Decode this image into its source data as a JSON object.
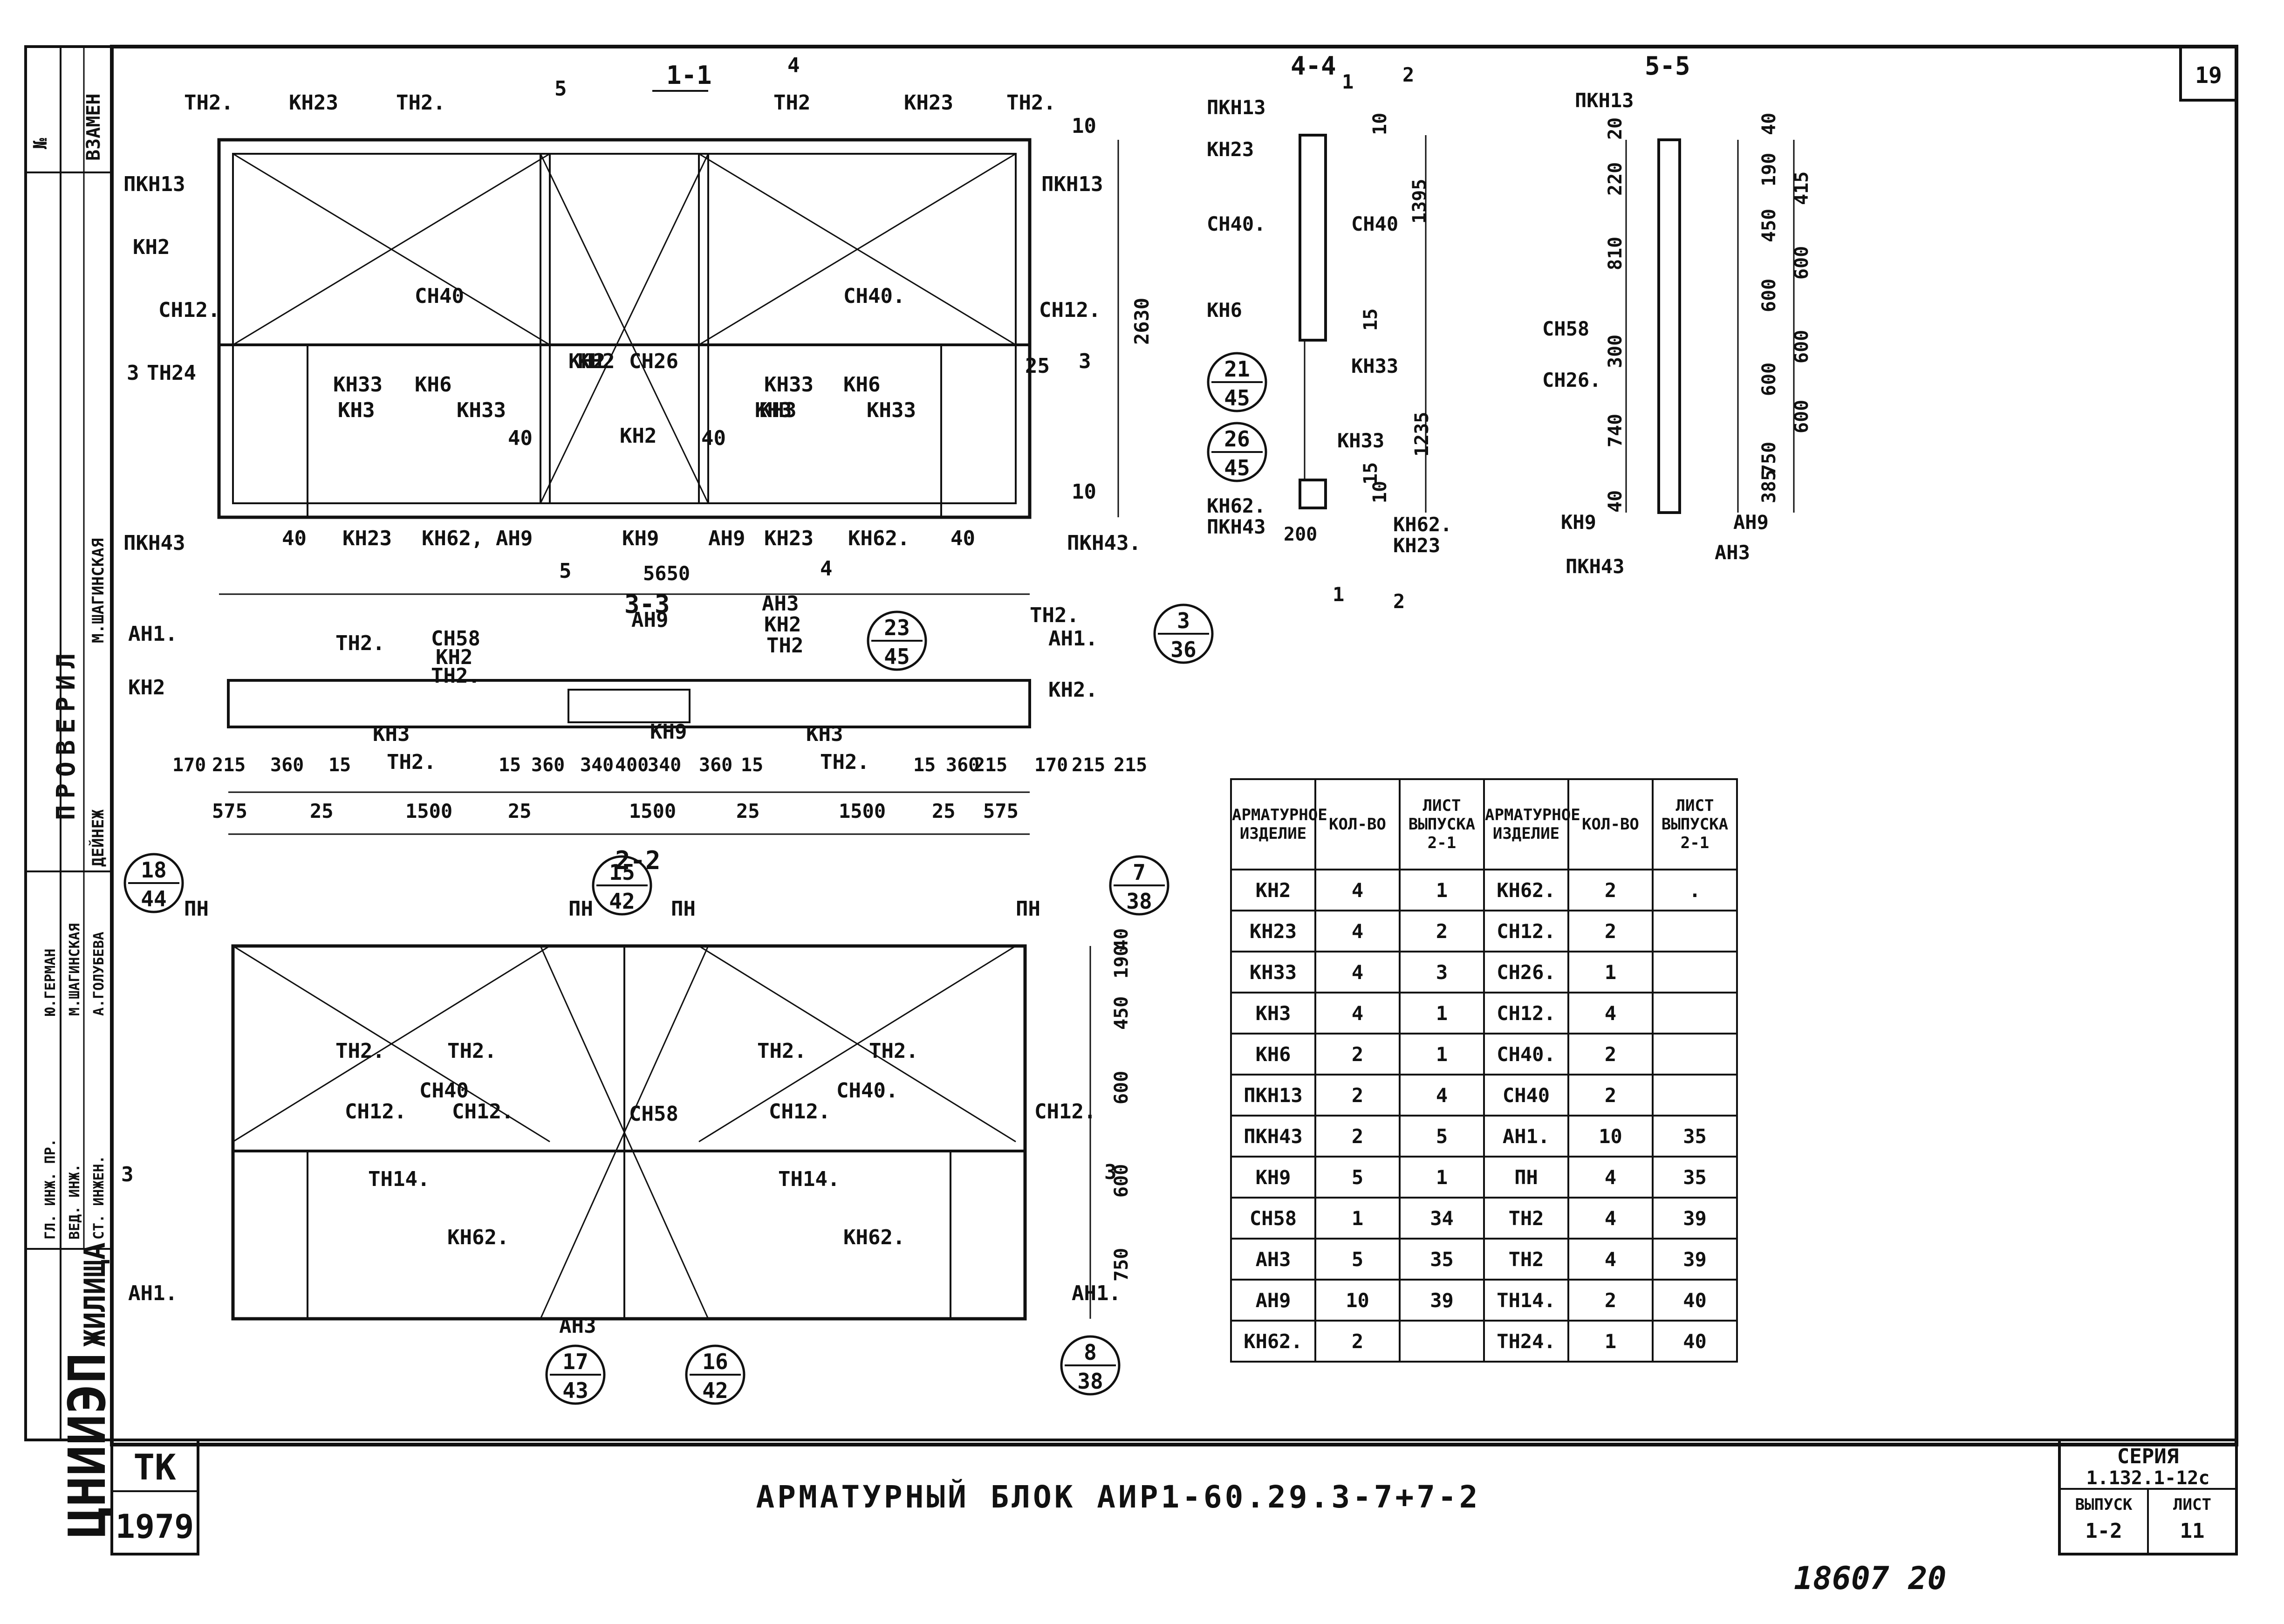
{
  "sheet": {
    "sheet_number": "19",
    "title": "АРМАТУРНЫЙ БЛОК АИР1-60.29.3-7+7-2",
    "org": "ЦНИИЭП",
    "org_sub": "ЖИЛИЩА",
    "tk": "ТК",
    "year": "1979",
    "series_label": "СЕРИЯ",
    "series_value": "1.132.1-12с",
    "issue_label": "ВЫПУСК",
    "issue_value": "1-2",
    "list_label": "ЛИСТ",
    "list_value": "11",
    "archive_number": "18607 20",
    "inv_label": "ВЗАМЕН",
    "inv_no": "№",
    "checked_label": "ПРОВЕРИЛ",
    "roles": [
      "ГЛ. ИНЖ. ПР.",
      "ВЕД. ИНЖ.",
      "СТ. ИНЖЕН."
    ],
    "names": [
      "Ю.ГЕРМАН",
      "М.ШАГИНСКАЯ",
      "А.ГОЛУБЕВА"
    ],
    "checkers": [
      "М.ШАГИНСКАЯ",
      "ДЕЙНЕЖ"
    ]
  },
  "sections": {
    "s11": {
      "title": "1-1"
    },
    "s22": {
      "title": "2-2"
    },
    "s33": {
      "title": "3-3"
    },
    "s44": {
      "title": "4-4"
    },
    "s55": {
      "title": "5-5"
    }
  },
  "section_1_1": {
    "labels": [
      "ТН2.",
      "КН23",
      "ТН2.",
      "5",
      "4",
      "ТН2",
      "КН23",
      "ТН2.",
      "ПКН13",
      "ПКН13",
      "КН2",
      "КН2",
      "СН40",
      "СН40.",
      "СН12.",
      "СН12.",
      "3",
      "ТН24",
      "КН33",
      "КН6",
      "КН3",
      "КН33",
      "КН2",
      "СН26",
      "КН33",
      "КН6",
      "КН3",
      "КН33",
      "КН3",
      "КН3",
      "КН2",
      "40",
      "40",
      "ПКН43",
      "40",
      "КН23",
      "КН62, АН9",
      "КН9",
      "АН9",
      "КН23",
      "КН62.",
      "40",
      "ПКН43.",
      "5",
      "4",
      "3",
      "10",
      "25",
      "10"
    ],
    "dims": {
      "width": "5650",
      "height": "2630"
    }
  },
  "section_3_3": {
    "labels": [
      "АН1.",
      "КН2",
      "ТН2.",
      "СН58",
      "КН2",
      "ТН2.",
      "АН9",
      "АН3",
      "КН2",
      "ТН2",
      "ТН2.",
      "АН1.",
      "КН2.",
      "КН3",
      "ТН2.",
      "КН9",
      "КН3",
      "ТН2."
    ],
    "dims_top": [
      "170",
      "215",
      "360",
      "15",
      "15",
      "360",
      "340",
      "400",
      "340",
      "360",
      "15",
      "15",
      "360",
      "215",
      "170",
      "215",
      "215"
    ],
    "dims_bottom": [
      "575",
      "25",
      "1500",
      "25",
      "1500",
      "25",
      "1500",
      "25",
      "575"
    ]
  },
  "section_2_2": {
    "labels": [
      "ПН",
      "ПН",
      "ПН",
      "ПН",
      "ТН2.",
      "ТН2.",
      "СН40",
      "СН12.",
      "СН12.",
      "СН58",
      "ТН2.",
      "ТН2.",
      "СН40.",
      "СН12.",
      "СН12.",
      "ТН14.",
      "ТН14.",
      "КН62.",
      "КН62.",
      "АН1.",
      "АН1.",
      "АН3",
      "3",
      "3"
    ],
    "dims_right": [
      "40",
      "190",
      "450",
      "600",
      "600",
      "750"
    ]
  },
  "section_4_4": {
    "labels": [
      "ПКН13",
      "КН23",
      "СН40.",
      "СН40",
      "КН6",
      "КН33",
      "КН33",
      "КН62.",
      "ПКН43",
      "КН62.",
      "КН23",
      "1",
      "2",
      "1",
      "2"
    ],
    "dims": [
      "10",
      "1395",
      "15",
      "1235",
      "15",
      "10",
      "200"
    ]
  },
  "section_5_5": {
    "labels": [
      "ПКН13",
      "СН58",
      "СН26.",
      "КН9",
      "ПКН43",
      "АН9",
      "АН3"
    ],
    "dims_left": [
      "20",
      "220",
      "810",
      "300",
      "740",
      "40"
    ],
    "dims_right": [
      "40",
      "190",
      "450",
      "600",
      "600",
      "750",
      "385",
      "415",
      "600",
      "600",
      "600"
    ]
  },
  "callouts": [
    {
      "top": "21",
      "bottom": "45"
    },
    {
      "top": "26",
      "bottom": "45"
    },
    {
      "top": "23",
      "bottom": "45"
    },
    {
      "top": "3",
      "bottom": "36"
    },
    {
      "top": "18",
      "bottom": "44"
    },
    {
      "top": "15",
      "bottom": "42"
    },
    {
      "top": "7",
      "bottom": "38"
    },
    {
      "top": "17",
      "bottom": "43"
    },
    {
      "top": "16",
      "bottom": "42"
    },
    {
      "top": "8",
      "bottom": "38"
    }
  ],
  "spec_table": {
    "headers": [
      "АРМАТУРНОЕ ИЗДЕЛИЕ",
      "КОЛ-ВО",
      "ЛИСТ ВЫПУСКА 2-1",
      "АРМАТУРНОЕ ИЗДЕЛИЕ",
      "КОЛ-ВО",
      "ЛИСТ ВЫПУСКА 2-1"
    ],
    "rows": [
      [
        "КН2",
        "4",
        "1",
        "КН62.",
        "2",
        "."
      ],
      [
        "КН23",
        "4",
        "2",
        "СН12.",
        "2",
        ""
      ],
      [
        "КН33",
        "4",
        "3",
        "СН26.",
        "1",
        ""
      ],
      [
        "КН3",
        "4",
        "1",
        "СН12.",
        "4",
        ""
      ],
      [
        "КН6",
        "2",
        "1",
        "СН40.",
        "2",
        ""
      ],
      [
        "ПКН13",
        "2",
        "4",
        "СН40",
        "2",
        ""
      ],
      [
        "ПКН43",
        "2",
        "5",
        "АН1.",
        "10",
        "35"
      ],
      [
        "КН9",
        "5",
        "1",
        "ПН",
        "4",
        "35"
      ],
      [
        "СН58",
        "1",
        "34",
        "ТН2",
        "4",
        "39"
      ],
      [
        "АН3",
        "5",
        "35",
        "ТН2",
        "4",
        "39"
      ],
      [
        "АН9",
        "10",
        "39",
        "ТН14.",
        "2",
        "40"
      ],
      [
        "КН62.",
        "2",
        "",
        "ТН24.",
        "1",
        "40"
      ]
    ]
  }
}
